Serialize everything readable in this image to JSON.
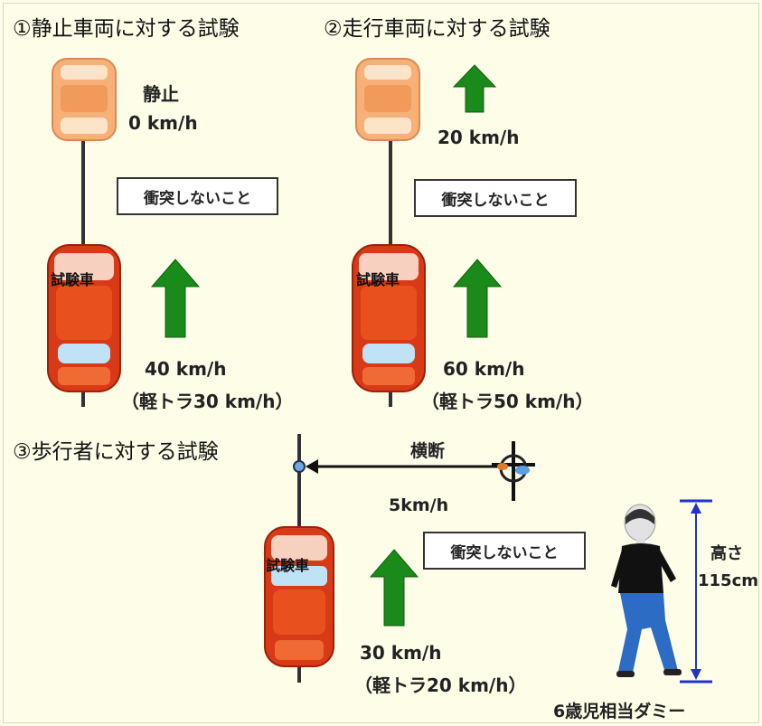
{
  "section1": {
    "title": "①静止車両に対する試験",
    "target_status": "静止",
    "target_speed": "0 km/h",
    "no_collision": "衝突しないこと",
    "test_car_label": "試験車",
    "test_speed": "40 km/h",
    "test_speed_kei": "（軽トラ30 km/h）"
  },
  "section2": {
    "title": "②走行車両に対する試験",
    "target_speed": "20 km/h",
    "no_collision": "衝突しないこと",
    "test_car_label": "試験車",
    "test_speed": "60 km/h",
    "test_speed_kei": "（軽トラ50 km/h）"
  },
  "section3": {
    "title": "③歩行者に対する試験",
    "crossing_label": "横断",
    "pedestrian_speed": "5km/h",
    "no_collision": "衝突しないこと",
    "test_car_label": "試験車",
    "test_speed": "30 km/h",
    "test_speed_kei": "（軽トラ20 km/h）",
    "height_label": "高さ",
    "height_value": "115cm",
    "dummy_label": "6歳児相当ダミー"
  },
  "colors": {
    "arrow_green": "#1a8a1a",
    "test_car_red": "#d83a18",
    "target_car_orange": "#f6b078",
    "measure_blue": "#2233cc"
  }
}
